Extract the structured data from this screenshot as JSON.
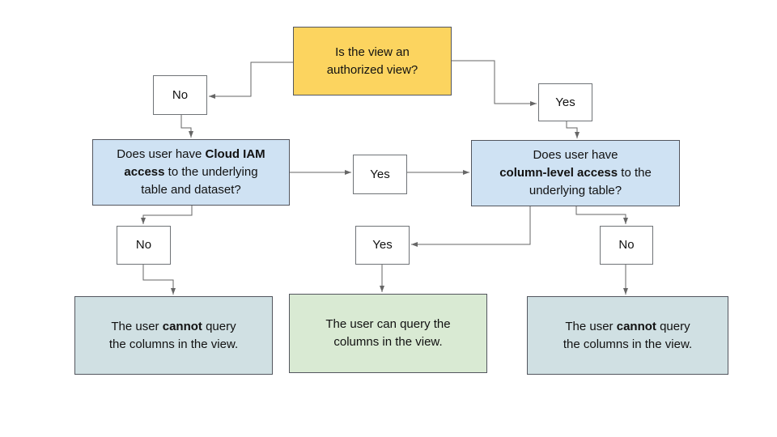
{
  "colors": {
    "yellow": "#fcd45f",
    "blue": "#cfe2f3",
    "cyanGray": "#d0e0e3",
    "green": "#d9ead3",
    "line": "#666666",
    "border-dark": "#53565e",
    "border-gray": "#6f7377"
  },
  "flowchart": {
    "nodes": {
      "q_authorized": {
        "segments": [
          {
            "t": "Is the view an"
          },
          {
            "br": true
          },
          {
            "t": "authorized view?"
          }
        ]
      },
      "no_top": {
        "segments": [
          {
            "t": "No"
          }
        ]
      },
      "yes_top": {
        "segments": [
          {
            "t": "Yes"
          }
        ]
      },
      "q_iam": {
        "segments": [
          {
            "t": "Does user have "
          },
          {
            "t": "Cloud IAM",
            "b": true
          },
          {
            "br": true
          },
          {
            "t": "access",
            "b": true
          },
          {
            "t": " to the underlying"
          },
          {
            "br": true
          },
          {
            "t": "table and dataset?"
          }
        ]
      },
      "yes_mid": {
        "segments": [
          {
            "t": "Yes"
          }
        ]
      },
      "q_column": {
        "segments": [
          {
            "t": "Does user have"
          },
          {
            "br": true
          },
          {
            "t": "column-level access",
            "b": true
          },
          {
            "t": " to the"
          },
          {
            "br": true
          },
          {
            "t": "underlying table?"
          }
        ]
      },
      "no_left": {
        "segments": [
          {
            "t": "No"
          }
        ]
      },
      "yes_bottom": {
        "segments": [
          {
            "t": "Yes"
          }
        ]
      },
      "no_right": {
        "segments": [
          {
            "t": "No"
          }
        ]
      },
      "result_cannot_left": {
        "segments": [
          {
            "t": "The user "
          },
          {
            "t": "cannot",
            "b": true
          },
          {
            "t": " query"
          },
          {
            "br": true
          },
          {
            "t": "the columns in the view."
          }
        ]
      },
      "result_can_mid": {
        "segments": [
          {
            "t": "The user can query the"
          },
          {
            "br": true
          },
          {
            "t": "columns in the view."
          }
        ]
      },
      "result_cannot_right": {
        "segments": [
          {
            "t": "The user "
          },
          {
            "t": "cannot",
            "b": true
          },
          {
            "t": " query"
          },
          {
            "br": true
          },
          {
            "t": "the columns in the view."
          }
        ]
      }
    }
  }
}
